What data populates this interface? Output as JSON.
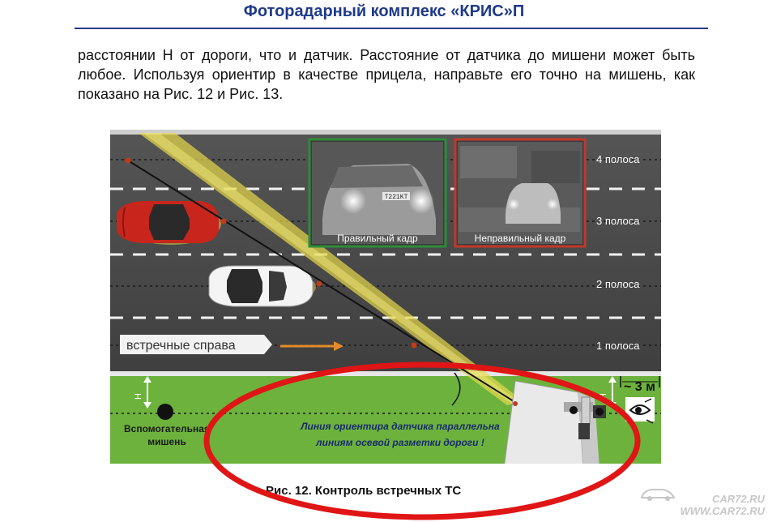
{
  "header": {
    "title": "Фоторадарный комплекс «КРИС»П"
  },
  "body_text": "расстоянии Н от дороги, что и датчик. Расстояние от датчика до мишени может быть любое. Используя ориентир в качестве прицела, направьте его точно на мишень, как показано на Рис. 12 и Рис. 13.",
  "figure": {
    "lane_labels": [
      "4 полоса",
      "3 полоса",
      "2 полоса",
      "1 полоса"
    ],
    "direction_label": "встречные справа",
    "correct_frame_label": "Правильный кадр",
    "wrong_frame_label": "Неправильный кадр",
    "aux_target_label_line1": "Вспомогательная",
    "aux_target_label_line2": "мишень",
    "h_label": "Н",
    "distance_label": "~ 3 м",
    "plate_text": "T221KT",
    "note_line1": "Линия ориентира датчика параллельна",
    "note_line2": "линиям осевой разметки дороги !",
    "colors": {
      "road": "#4a4a4a",
      "grass": "#6cb23c",
      "beam": "#e6d94a",
      "frame_correct": "#2e8b3a",
      "frame_wrong": "#c0392b",
      "highlight_ellipse": "#e01515",
      "note_text": "#1a2a6e"
    }
  },
  "caption": "Рис. 12. Контроль встречных ТС",
  "watermark": {
    "line1": "CAR72.RU",
    "line2": "WWW.CAR72.RU"
  }
}
